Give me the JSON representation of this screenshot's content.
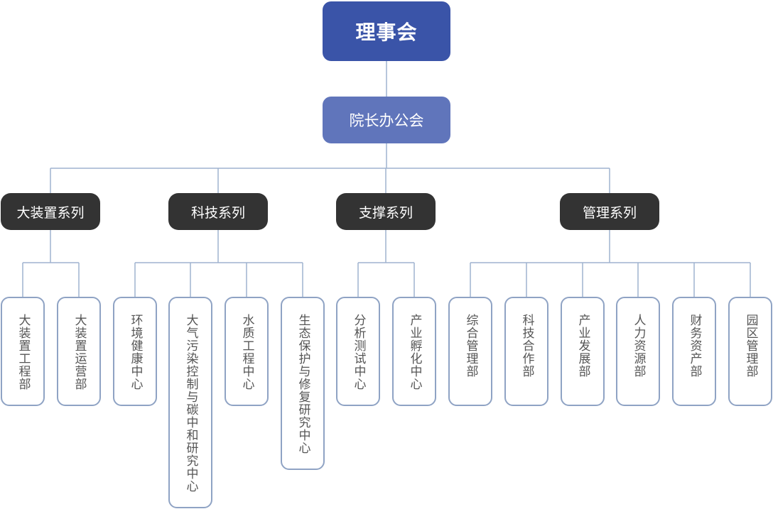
{
  "root": {
    "label": "理事会"
  },
  "office": {
    "label": "院长办公会"
  },
  "series": [
    {
      "label": "大装置系列",
      "departments": [
        "大装置工程部",
        "大装置运营部"
      ]
    },
    {
      "label": "科技系列",
      "departments": [
        "环境健康中心",
        "大气污染控制与碳中和研究中心",
        "水质工程中心",
        "生态保护与修复研究中心"
      ]
    },
    {
      "label": "支撑系列",
      "departments": [
        "分析测试中心",
        "产业孵化中心"
      ]
    },
    {
      "label": "管理系列",
      "departments": [
        "综合管理部",
        "科技合作部",
        "产业发展部",
        "人力资源部",
        "财务资产部",
        "园区管理部"
      ]
    }
  ],
  "colors": {
    "root_fill": "#3a54a8",
    "office_fill": "#6075bb",
    "series_fill": "#333333",
    "dept_border": "#8fa3c4",
    "connector": "#9fb2cf"
  }
}
